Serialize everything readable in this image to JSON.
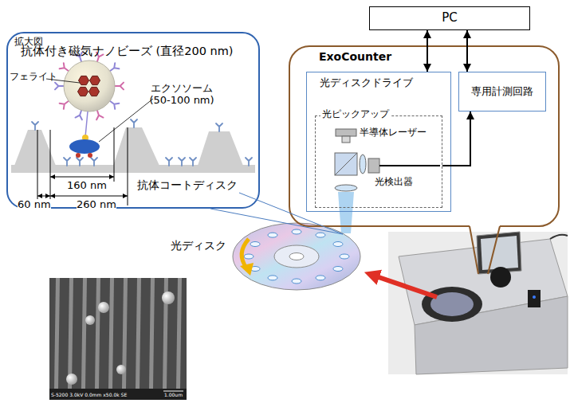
{
  "diagram": {
    "nodes": [
      {
        "text": [
          "PC"
        ]
      },
      {
        "text": [
          "ExoCounter"
        ]
      },
      {
        "text": [
          "光ディスクドライブ"
        ],
        "in": 1
      },
      {
        "text": [
          "光ピックアップ"
        ],
        "in": 2
      },
      {
        "text": [
          "専用計測回路"
        ],
        "in": 1
      },
      {
        "text": [
          "拡大図"
        ]
      }
    ],
    "edges": [
      {
        "from": 0,
        "to": 2,
        "arrow": "both"
      },
      {
        "from": 0,
        "to": 4,
        "arrow": "both"
      },
      {
        "from": 3,
        "to": 4,
        "arrow": "to"
      }
    ],
    "labels": [
      "半導体レーザー",
      "光検出器",
      "抗体付き磁気ナノビーズ (直径200 nm)",
      "フェライト",
      "エクソソーム (50-100 nm)",
      "160 nm",
      "260 nm",
      "60 nm",
      "抗体コートディスク",
      "光ディスク",
      "S-5200 3.0kV 0.0mm x50.0k SE",
      "1.00um"
    ]
  }
}
